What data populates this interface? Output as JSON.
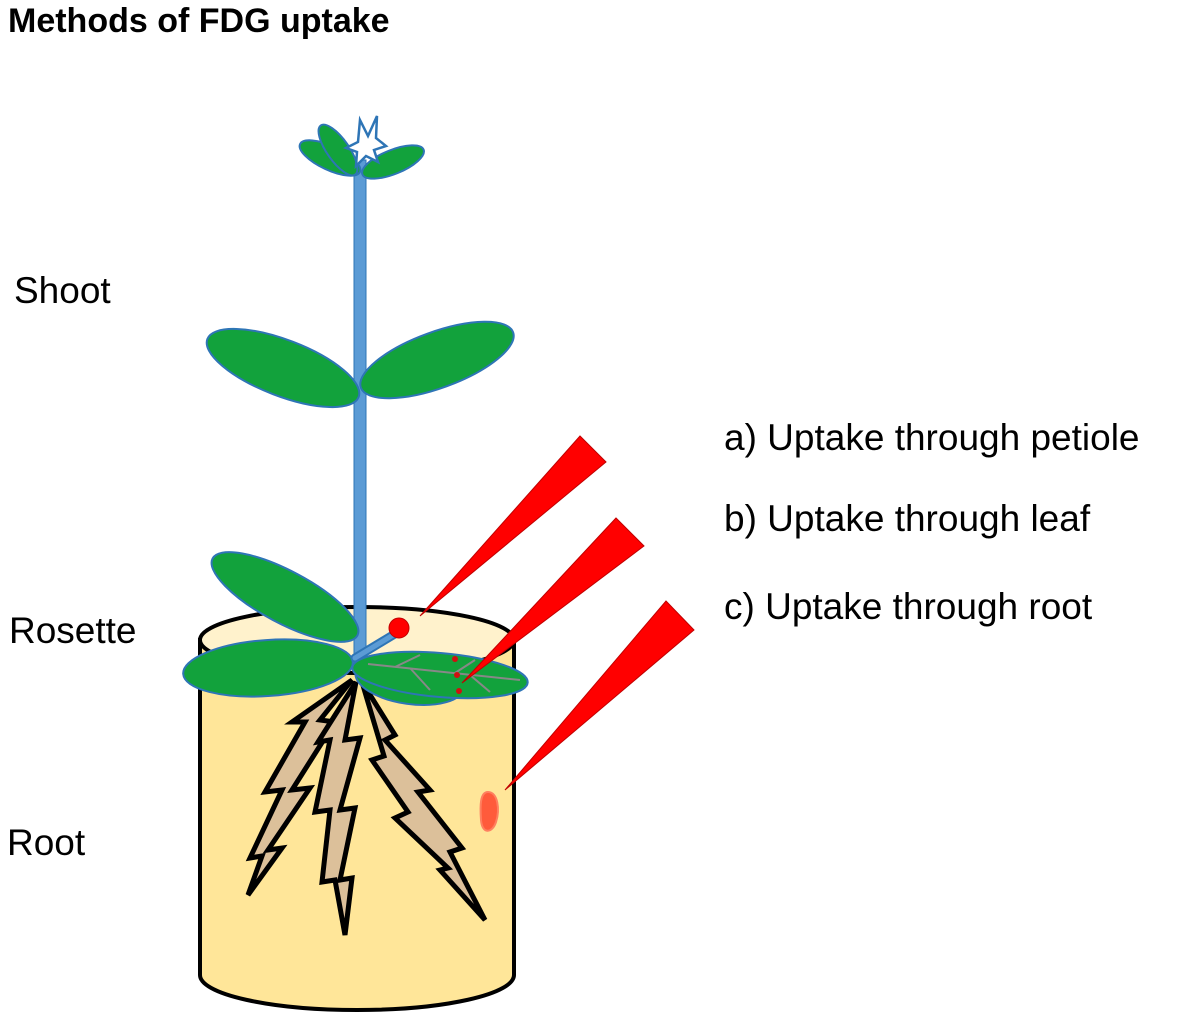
{
  "title": "Methods of FDG uptake",
  "regions": {
    "shoot": "Shoot",
    "rosette": "Rosette",
    "root": "Root"
  },
  "methods": [
    "a) Uptake through petiole",
    "b) Uptake through leaf",
    "c) Uptake through root"
  ],
  "colors": {
    "leaf": "#12a23c",
    "leaf_outline": "#2e75b6",
    "stem": "#5b9bd5",
    "pot_fill": "#ffe699",
    "pot_top": "#fff2cc",
    "root_fill": "#dcc09a",
    "needle": "#ff0000",
    "dot": "#ff0000"
  }
}
